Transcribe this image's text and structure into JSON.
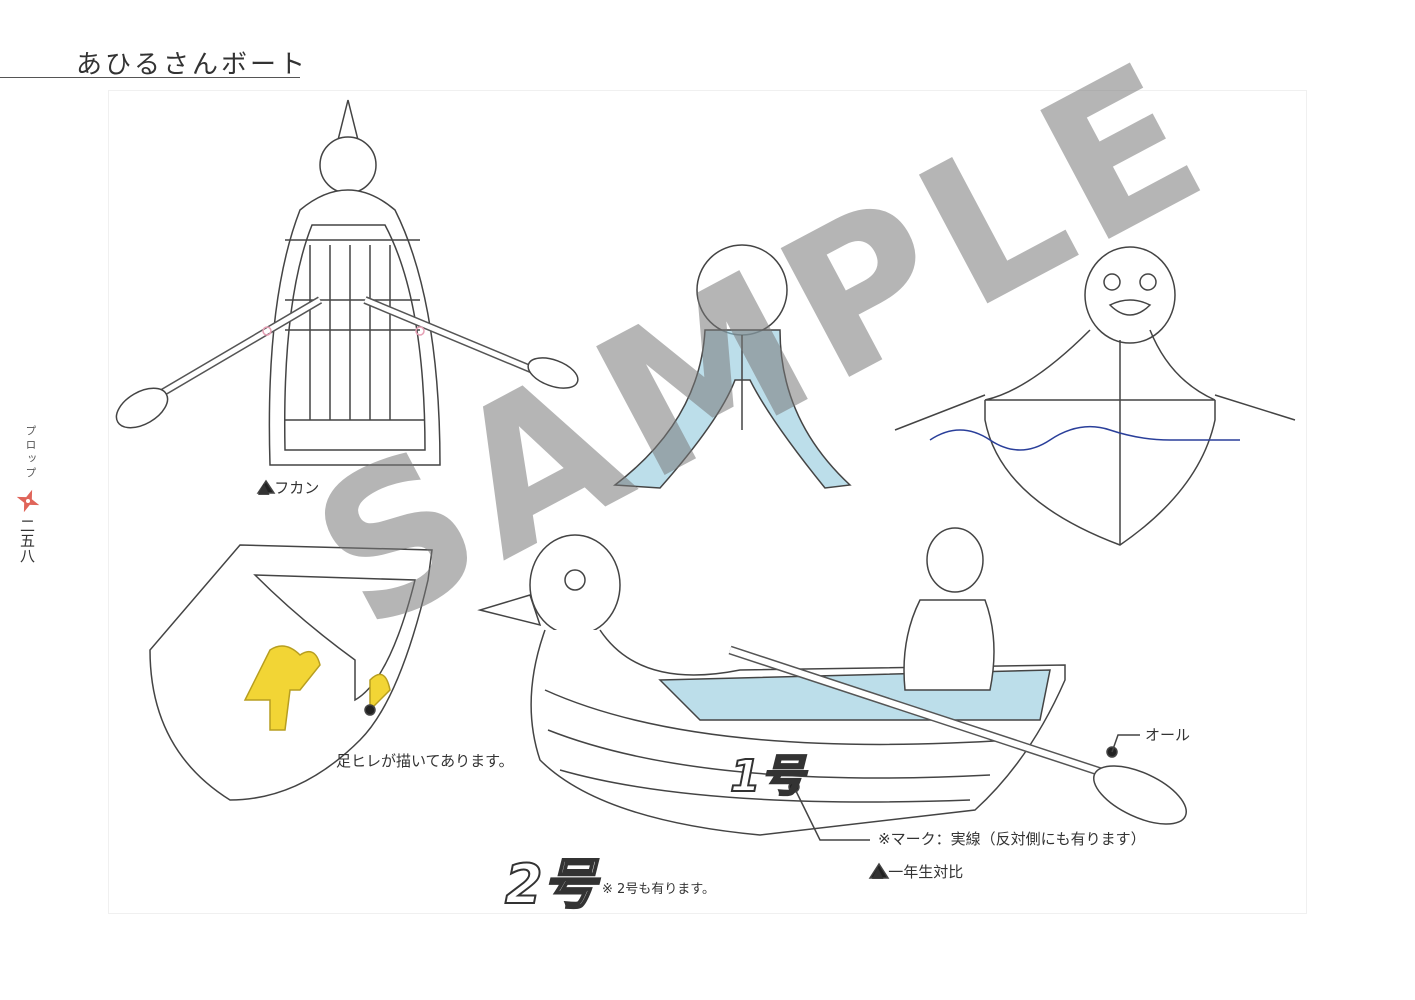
{
  "header": {
    "title": "あひるさんボート"
  },
  "side": {
    "section": "プロップ",
    "page_number": "二五八",
    "icon": "shuriken-icon",
    "icon_color": "#e0655a"
  },
  "labels": {
    "top_view": "▲ フカン",
    "flippers_note": "足ヒレが描いてあります。",
    "oar": "オール",
    "mark_note": "※マーク：実線（反対側にも有ります）",
    "scale_note": "▲ 一年生対比",
    "boat_no1": "1号",
    "boat_no2": "2号",
    "no2_note": "※ 2号も有ります。"
  },
  "watermark": "SAMPLE",
  "colors": {
    "water": "#8fc8dc",
    "flipper": "#f2d535",
    "wave": "#2a3f9a",
    "oarlock": "#e6a0b5"
  }
}
